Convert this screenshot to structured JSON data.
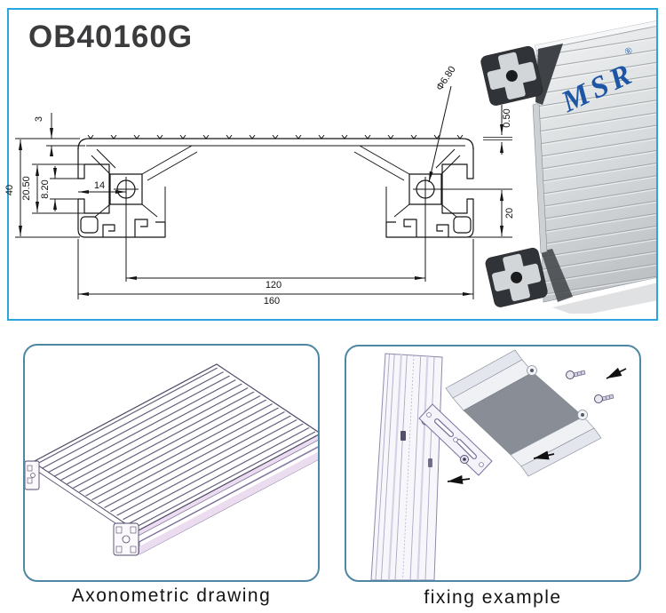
{
  "header": {
    "product_code": "OB40160G"
  },
  "cross_section": {
    "dimensions": {
      "plate_thickness": "3",
      "overall_height": "40",
      "slot_cavity_height": "20.50",
      "slot_opening_width": "8.20",
      "hole_offset": "14",
      "hole_diameter": "Φ6.80",
      "serration_depth": "0.50",
      "hole_to_bottom": "20",
      "hole_spacing": "120",
      "overall_width": "160"
    }
  },
  "render": {
    "brand": "MSR",
    "registered_mark": "®"
  },
  "panels": {
    "axonometric": {
      "caption": "Axonometric drawing"
    },
    "fixing": {
      "caption": "fixing example"
    }
  },
  "colors": {
    "frame_blue": "#2aa6de",
    "panel_border": "#4e87a3",
    "logo_blue": "#1e55a4",
    "line_black": "#141414",
    "pink_accent": "#ecdcf0"
  }
}
